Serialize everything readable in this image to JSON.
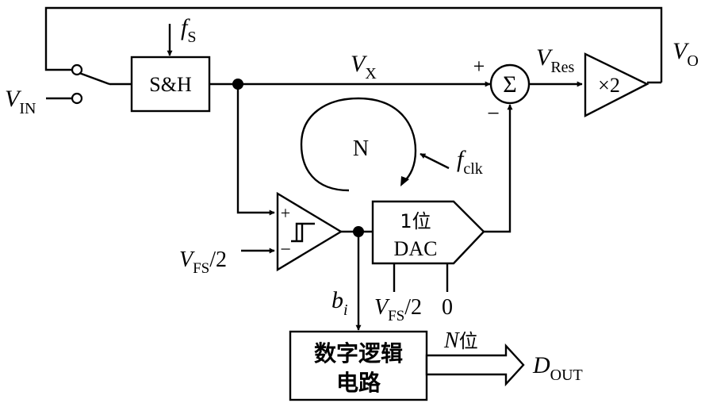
{
  "blocks": {
    "sample_hold": "S&H",
    "summer_symbol": "Σ",
    "gain": "×2",
    "dac_line1": "1位",
    "dac_line2": "DAC",
    "logic_line1": "数字逻辑",
    "logic_line2": "电路",
    "loop_count": "N"
  },
  "signals": {
    "vin": {
      "main": "V",
      "sub": "IN"
    },
    "fs": {
      "main": "f",
      "sub": "S"
    },
    "vx": {
      "main": "V",
      "sub": "X"
    },
    "vres": {
      "main": "V",
      "sub": "Res"
    },
    "vo": {
      "main": "V",
      "sub": "O"
    },
    "fclk": {
      "main": "f",
      "sub": "clk"
    },
    "vfs_cmp": {
      "main": "V",
      "sub": "FS",
      "tail": "/2"
    },
    "vfs_dac": {
      "main": "V",
      "sub": "FS",
      "tail": "/2"
    },
    "zero": "0",
    "bi": {
      "main": "b",
      "sub": "i"
    },
    "dout": {
      "main": "D",
      "sub": "OUT"
    },
    "nbit": {
      "main": "N",
      "tail": "位"
    }
  },
  "signs": {
    "sum_plus": "+",
    "sum_minus": "−",
    "cmp_plus": "+",
    "cmp_minus": "−"
  }
}
